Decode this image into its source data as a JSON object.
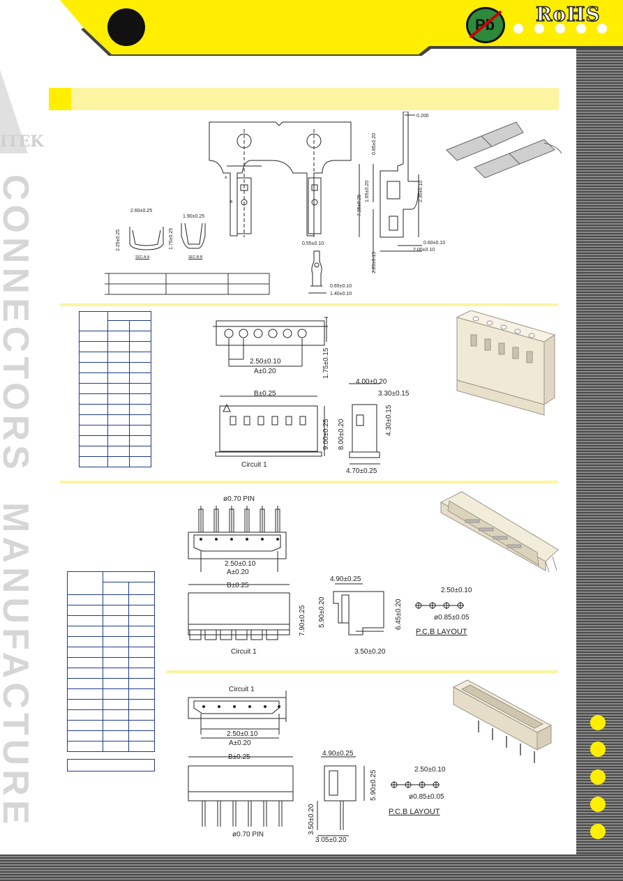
{
  "header": {
    "pb_label": "Pb",
    "rohs_label": "RoHS",
    "accent_color": "#ffee00"
  },
  "watermark": {
    "brand": "ITEK",
    "text1": "CONNECTORS",
    "text2": "MANUFACTURE"
  },
  "terminal": {
    "dims": {
      "t0200": "0.200",
      "t085": "0.85±0.20",
      "t725": "7.25±0.25",
      "t165": "1.65±0.20",
      "t230": "2.30±0.10",
      "t225": "2.25±0.15",
      "t060": "0.60±0.10",
      "t200": "2.00±0.10",
      "t055": "0.55±0.10",
      "t065": "0.65±0.10",
      "t140": "1.40±0.10",
      "s260": "2.60±0.25",
      "s190": "1.90±0.25",
      "s225": "2.25±0.25",
      "s175": "1.75±0.25",
      "secA": "SEC-A-A",
      "secB": "SEC-B-B",
      "markA": "A",
      "markB": "B"
    }
  },
  "housing": {
    "dims": {
      "pitch": "2.50±0.10",
      "a": "A±0.20",
      "h175": "1.75±0.15",
      "b": "B±0.25",
      "w400": "4.00±0.20",
      "w330": "3.30±0.15",
      "h900": "9.00±0.25",
      "h800": "8.00±0.20",
      "h430": "4.30±0.15",
      "w470": "4.70±0.25",
      "circuit": "Circuit 1"
    }
  },
  "wafer_right_angle": {
    "dims": {
      "pin": "ø0.70 PIN",
      "pitch": "2.50±0.10",
      "a": "A±0.20",
      "b": "B±0.25",
      "h790": "7.90±0.25",
      "circuit": "Circuit 1",
      "w490": "4.90±0.25",
      "h590": "5.90±0.20",
      "h645": "6.45±0.20",
      "w350": "3.50±0.20",
      "pcb_pitch": "2.50±0.10",
      "hole": "ø0.85±0.05",
      "pcb": "P.C.B LAYOUT"
    }
  },
  "wafer_straight": {
    "dims": {
      "circuit": "Circuit 1",
      "pitch": "2.50±0.10",
      "a": "A±0.20",
      "b": "B±0.25",
      "pin": "ø0.70 PIN",
      "w490": "4.90±0.25",
      "h590": "5.90±0.25",
      "h350": "3.50±0.20",
      "w305": "3.05±0.20",
      "pcb_pitch": "2.50±0.10",
      "hole": "ø0.85±0.05",
      "pcb": "P.C.B LAYOUT"
    }
  }
}
